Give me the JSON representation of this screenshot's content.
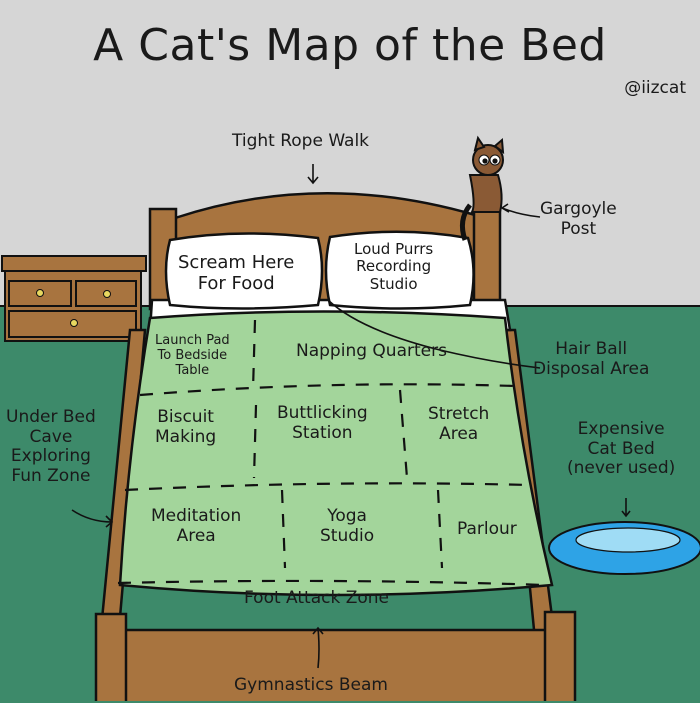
{
  "title": "A Cat's Map of the Bed",
  "credit": "@iizcat",
  "colors": {
    "wall": "#d6d6d6",
    "floor": "#3d8a6a",
    "wood": "#a8743f",
    "blanket": "#a3d59b",
    "pillow": "#ffffff",
    "cat_bed": "#2ea3e6"
  },
  "labels": {
    "tight_rope_walk": "Tight Rope Walk",
    "gargoyle_post": [
      "Gargoyle",
      "Post"
    ],
    "scream_here": [
      "Scream Here",
      "For Food"
    ],
    "loud_purrs": [
      "Loud Purrs",
      "Recording",
      "Studio"
    ],
    "launch_pad": [
      "Launch Pad",
      "To Bedside",
      "Table"
    ],
    "napping_quarters": "Napping Quarters",
    "hair_ball": [
      "Hair Ball",
      "Disposal Area"
    ],
    "biscuit_making": [
      "Biscuit",
      "Making"
    ],
    "buttlicking_station": [
      "Buttlicking",
      "Station"
    ],
    "stretch_area": [
      "Stretch",
      "Area"
    ],
    "under_bed_cave": [
      "Under Bed",
      "Cave",
      "Exploring",
      "Fun Zone"
    ],
    "expensive_cat_bed": [
      "Expensive",
      "Cat Bed",
      "(never used)"
    ],
    "meditation_area": [
      "Meditation",
      "Area"
    ],
    "yoga_studio": [
      "Yoga",
      "Studio"
    ],
    "parlour": "Parlour",
    "foot_attack_zone": "Foot Attack Zone",
    "gymnastics_beam": "Gymnastics Beam"
  }
}
